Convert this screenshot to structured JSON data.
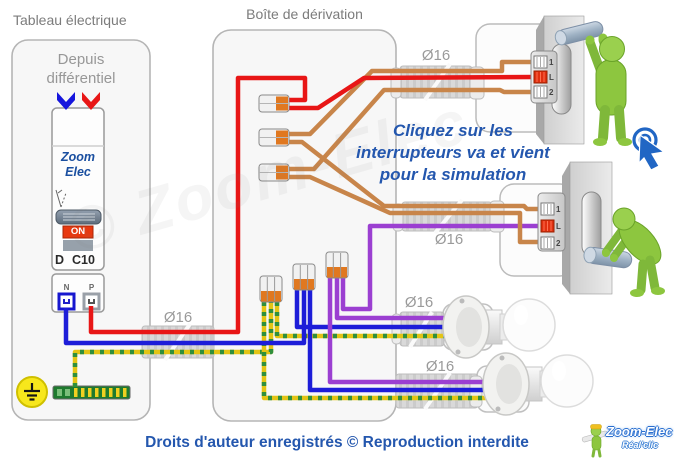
{
  "tableau": {
    "title": "Tableau électrique",
    "source_line1": "Depuis",
    "source_line2": "différentiel",
    "breaker": {
      "brand_line1": "Zoom",
      "brand_line2": "Elec",
      "state_label": "ON",
      "pole": "D",
      "rating": "C10",
      "neutral": "N",
      "phase": "P"
    }
  },
  "derivation": {
    "title": "Boîte de dérivation"
  },
  "instruction": {
    "line1": "Cliquez sur les",
    "line2": "interrupteurs va et vient",
    "line3": "pour la simulation"
  },
  "conduit_label": "Ø16",
  "switch1": {
    "terminal_top": "1",
    "terminal_mid": "L",
    "terminal_bottom": "2"
  },
  "switch2": {
    "terminal_top": "1",
    "terminal_mid": "L",
    "terminal_bottom": "2"
  },
  "footer": {
    "copyright": "Droits d'auteur enregistrés © Reproduction interdite"
  },
  "logo": {
    "name": "Zoom-Elec",
    "tagline": "Réal'clic"
  },
  "watermark": "© Zoom-Elec",
  "colors": {
    "phase_red": "#e81616",
    "neutral_blue": "#1d1dd8",
    "shuttle_orange": "#c8854a",
    "lamp_return_purple": "#9b3fd1",
    "earth_yellow": "#e3c415",
    "earth_green": "#2f8f3c",
    "connector_orange": "#e07820",
    "text_blue": "#2457ae",
    "text_gray": "#8f8f8f",
    "panel_border": "#b5b5b5",
    "figure_green": "#8dc63f",
    "on_button_red": "#e8380f",
    "cursor_blue": "#2166c4"
  }
}
